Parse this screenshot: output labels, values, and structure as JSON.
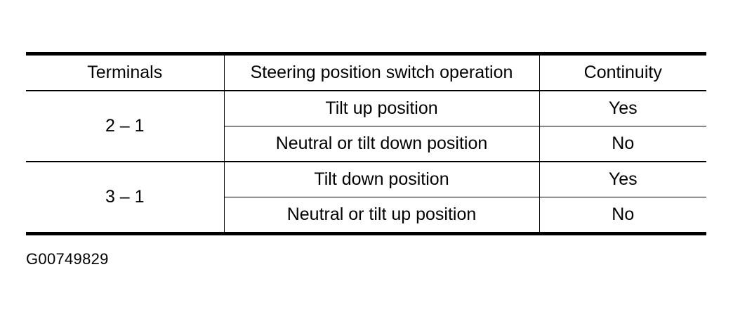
{
  "table": {
    "headers": {
      "terminals": "Terminals",
      "operation": "Steering position switch operation",
      "continuity": "Continuity"
    },
    "groups": [
      {
        "terminals": "2 – 1",
        "rows": [
          {
            "operation": "Tilt up position",
            "continuity": "Yes"
          },
          {
            "operation": "Neutral or tilt down position",
            "continuity": "No"
          }
        ]
      },
      {
        "terminals": "3 – 1",
        "rows": [
          {
            "operation": "Tilt down position",
            "continuity": "Yes"
          },
          {
            "operation": "Neutral or tilt up position",
            "continuity": "No"
          }
        ]
      }
    ]
  },
  "figure_id": "G00749829"
}
